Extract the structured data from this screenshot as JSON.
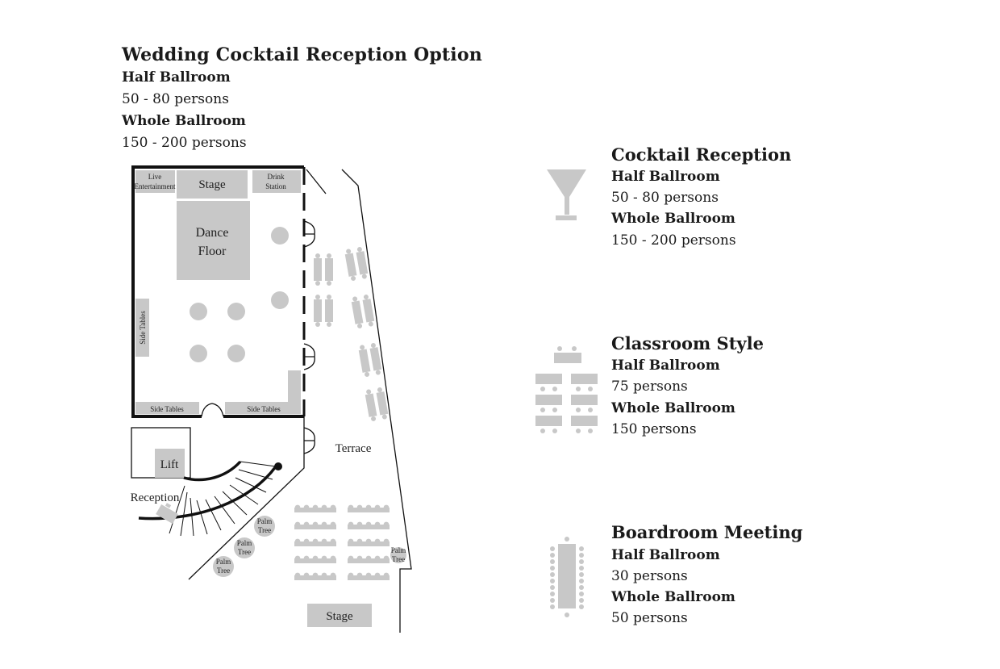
{
  "header": {
    "title": "Wedding Cocktail Reception Option",
    "half_label": "Half Ballroom",
    "half_value": "50 - 80 persons",
    "whole_label": "Whole Ballroom",
    "whole_value": "150 - 200 persons"
  },
  "floor_plan": {
    "live_entertainment_1": "Live",
    "live_entertainment_2": "Entertainment",
    "stage_top": "Stage",
    "drink_station_1": "Drink",
    "drink_station_2": "Station",
    "dance_floor_1": "Dance",
    "dance_floor_2": "Floor",
    "side_tables_left": "Side Tables",
    "side_tables_bottom_left": "Side Tables",
    "side_tables_bottom_right": "Side Tables",
    "lift": "Lift",
    "reception": "Reception",
    "terrace": "Terrace",
    "palm_tree_1": "Palm",
    "palm_tree_1b": "Tree",
    "palm_tree_2": "Palm",
    "palm_tree_2b": "Tree",
    "palm_tree_3": "Palm",
    "palm_tree_3b": "Tree",
    "palm_tree_4": "Palm",
    "palm_tree_4b": "Tree",
    "stage_bottom": "Stage"
  },
  "options": [
    {
      "title": "Cocktail Reception",
      "icon": "martini-glass-icon",
      "half_label": "Half Ballroom",
      "half_value": "50 - 80 persons",
      "whole_label": "Whole Ballroom",
      "whole_value": "150 - 200 persons"
    },
    {
      "title": "Classroom Style",
      "icon": "classroom-layout-icon",
      "half_label": "Half Ballroom",
      "half_value": "75 persons",
      "whole_label": "Whole Ballroom",
      "whole_value": "150 persons"
    },
    {
      "title": "Boardroom Meeting",
      "icon": "boardroom-table-icon",
      "half_label": "Half Ballroom",
      "half_value": "30 persons",
      "whole_label": "Whole Ballroom",
      "whole_value": "50 persons"
    }
  ],
  "colors": {
    "furniture": "#c8c8c8",
    "walls": "#111111"
  }
}
